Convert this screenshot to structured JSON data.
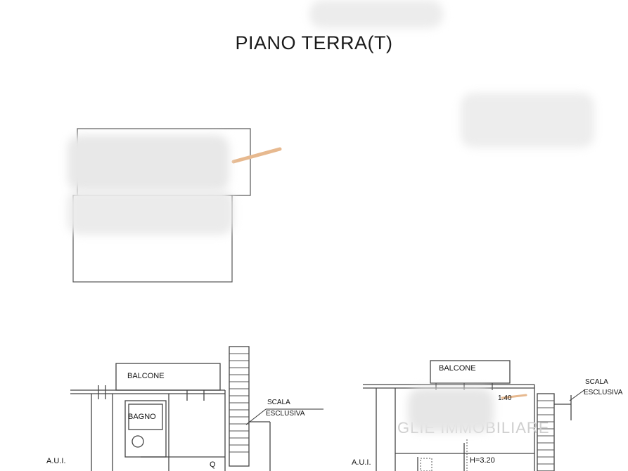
{
  "page": {
    "title": "PIANO TERRA(T)"
  },
  "plan_left": {
    "balcone": "BALCONE",
    "bagno": "BAGNO",
    "scala_line1": "SCALA",
    "scala_line2": "ESCLUSIVA",
    "aui": "A.U.I.",
    "door_marker": "Q"
  },
  "plan_right": {
    "balcone": "BALCONE",
    "height_top": "1.40",
    "height_mid": "H=3.20",
    "scala_line1": "SCALA",
    "scala_line2": "ESCLUSIVA",
    "aui": "A.U.I.",
    "watermark": "GLIE IMMOBILIARE"
  },
  "colors": {
    "line": "#444444",
    "redaction": "#e6e6e6",
    "accent": "#e7b98f"
  }
}
